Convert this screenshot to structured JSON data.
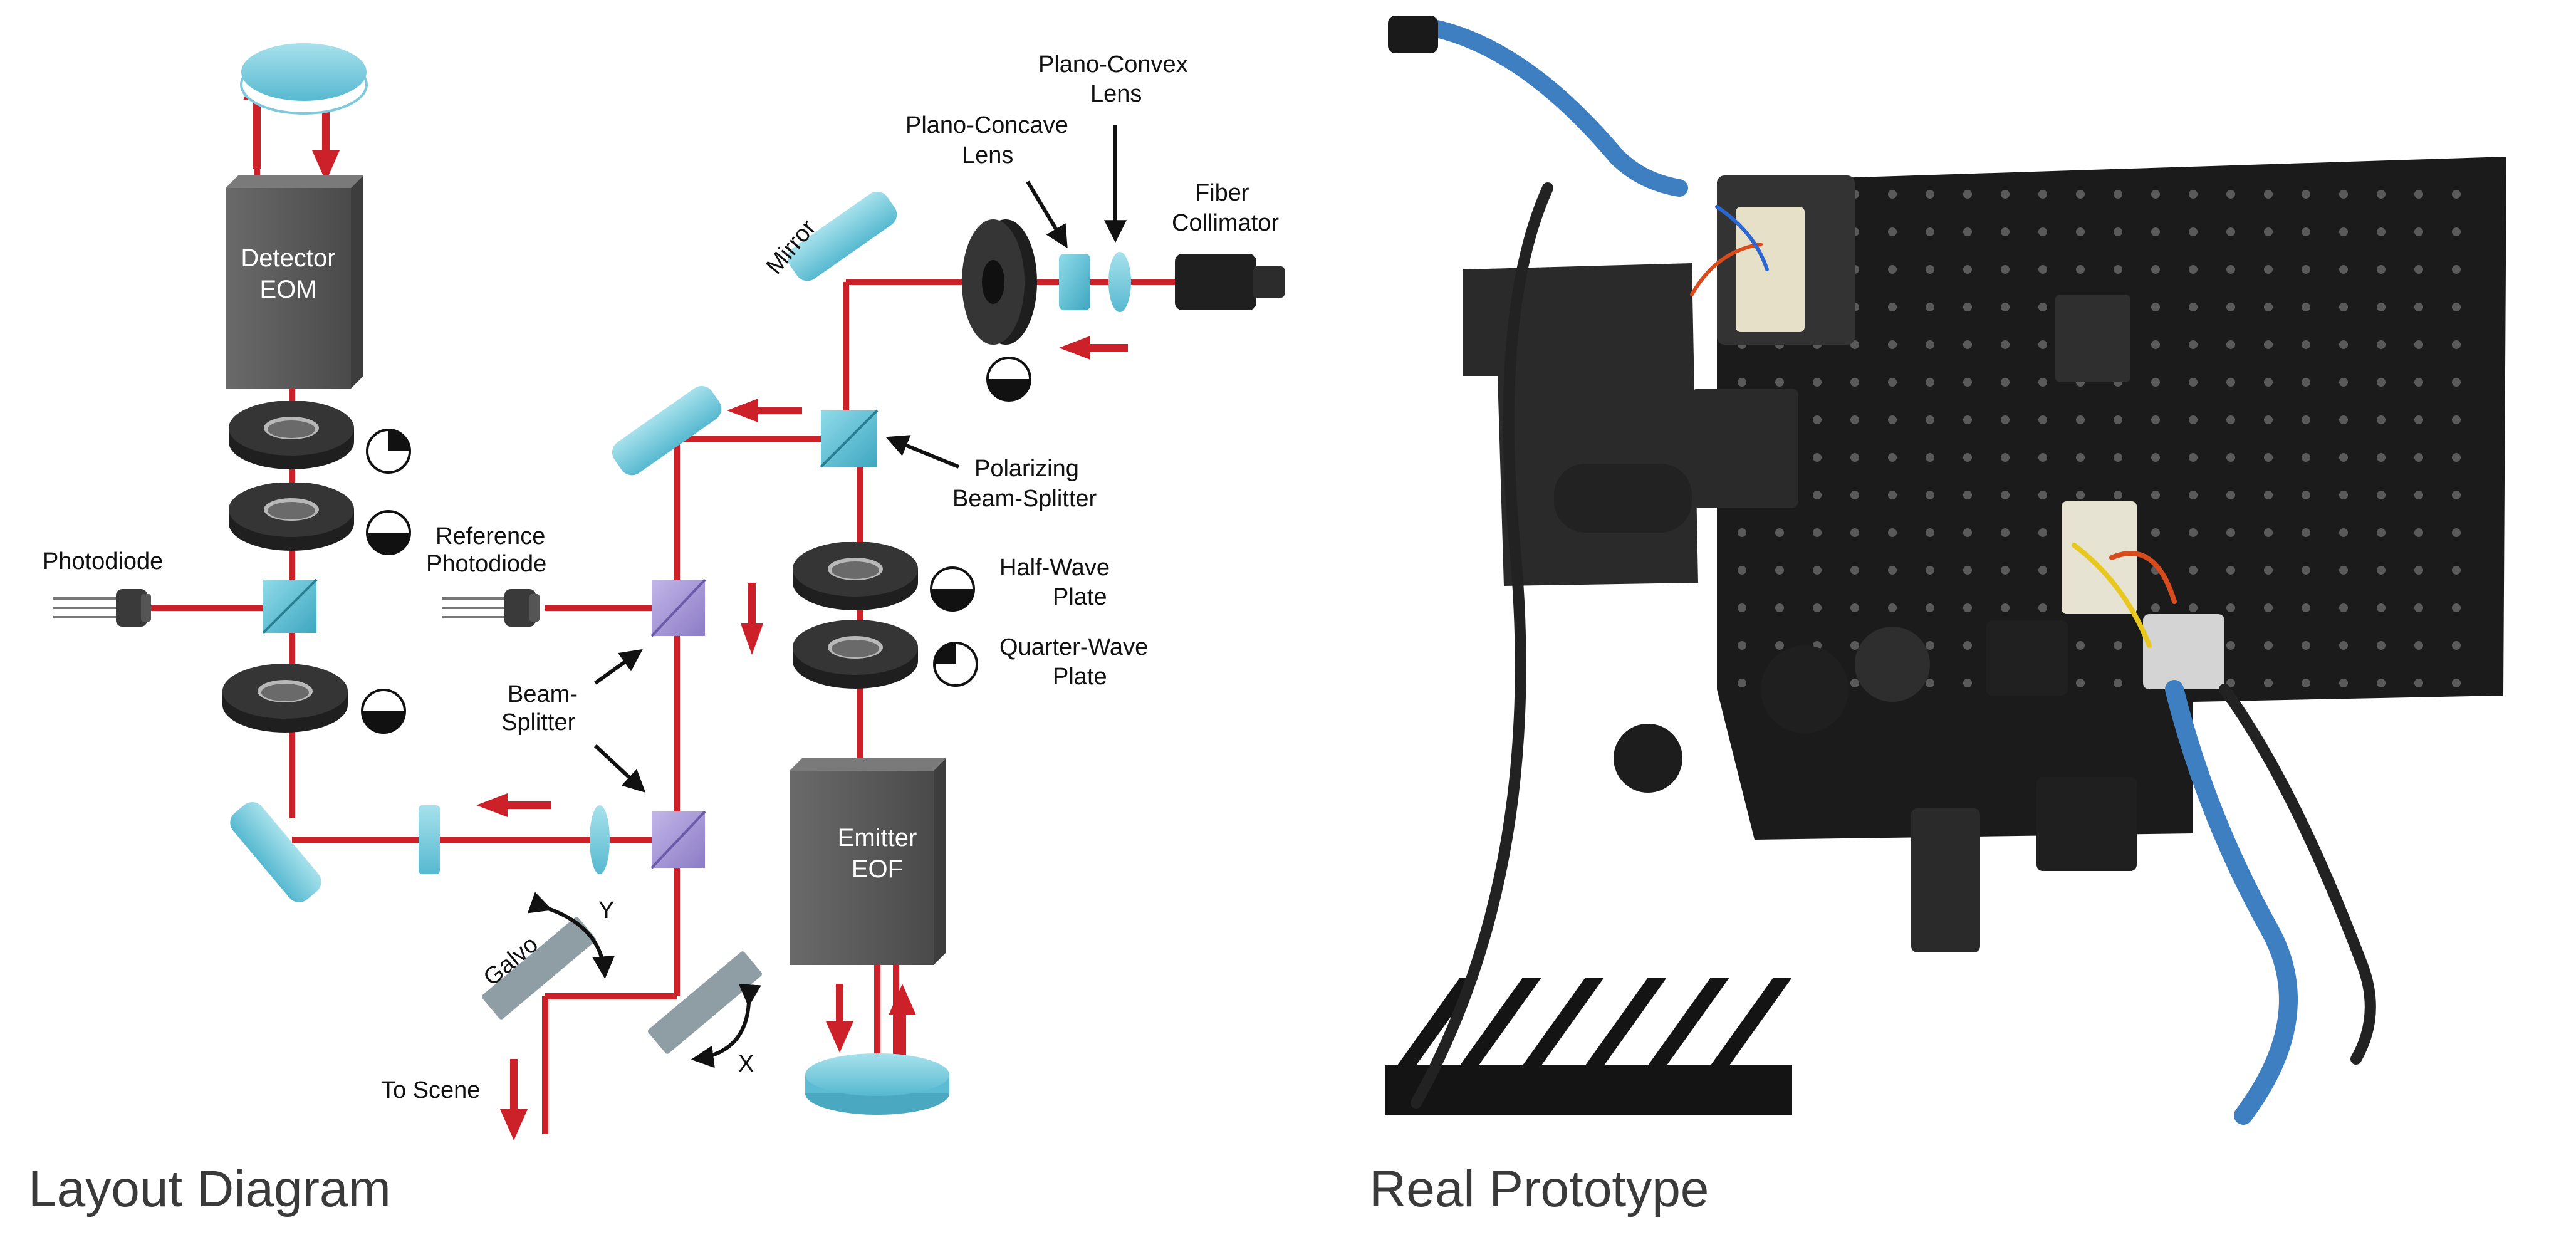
{
  "captions": {
    "left": "Layout Diagram",
    "right": "Real Prototype"
  },
  "labels": {
    "detector_eom": [
      "Detector",
      "EOM"
    ],
    "emitter_eof": [
      "Emitter",
      "EOF"
    ],
    "photodiode": "Photodiode",
    "reference_photodiode": [
      "Reference",
      "Photodiode"
    ],
    "beam_splitter": [
      "Beam-",
      "Splitter"
    ],
    "polarizing_beam_splitter": [
      "Polarizing",
      "Beam-Splitter"
    ],
    "half_wave_plate": [
      "Half-Wave",
      "Plate"
    ],
    "quarter_wave_plate": [
      "Quarter-Wave",
      "Plate"
    ],
    "mirror": "Mirror",
    "plano_concave_lens": [
      "Plano-Concave",
      "Lens"
    ],
    "plano_convex_lens": [
      "Plano-Convex",
      "Lens"
    ],
    "fiber_collimator": [
      "Fiber",
      "Collimator"
    ],
    "galvo": "Galvo",
    "to_scene": "To Scene",
    "axis_x": "X",
    "axis_y": "Y"
  },
  "colors": {
    "beam": "#cc2128",
    "optic": "#79cfe0",
    "splitter_cube": "#a99ad6",
    "pbs_cube": "#5cbfd6",
    "box": "#5a5a5a",
    "mount": "#2c2c2c",
    "breadboard": "#1b1b1b"
  }
}
